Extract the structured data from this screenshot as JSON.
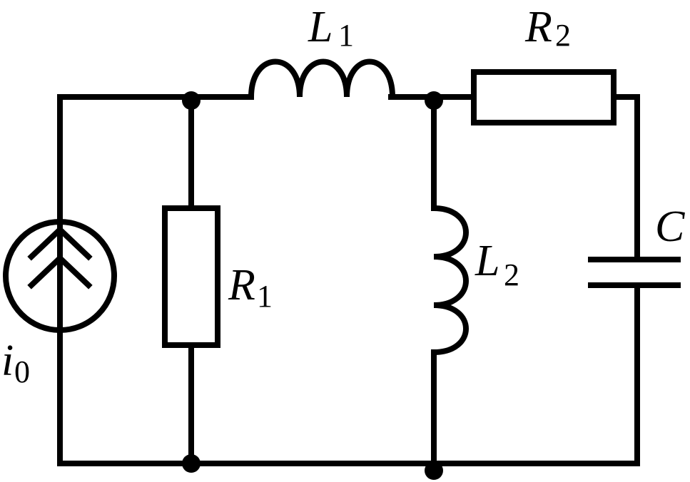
{
  "labels": {
    "source": {
      "main": "i",
      "sub": "0"
    },
    "r1": {
      "main": "R",
      "sub": "1"
    },
    "l1": {
      "main": "L",
      "sub": "1"
    },
    "r2": {
      "main": "R",
      "sub": "2"
    },
    "l2": {
      "main": "L",
      "sub": "2"
    },
    "c": {
      "main": "C",
      "sub": ""
    }
  },
  "icons": {
    "current_source": "current-source-icon",
    "resistor": "resistor-icon",
    "inductor": "inductor-icon",
    "capacitor": "capacitor-icon"
  },
  "colors": {
    "line": "#000000",
    "background": "#ffffff"
  }
}
